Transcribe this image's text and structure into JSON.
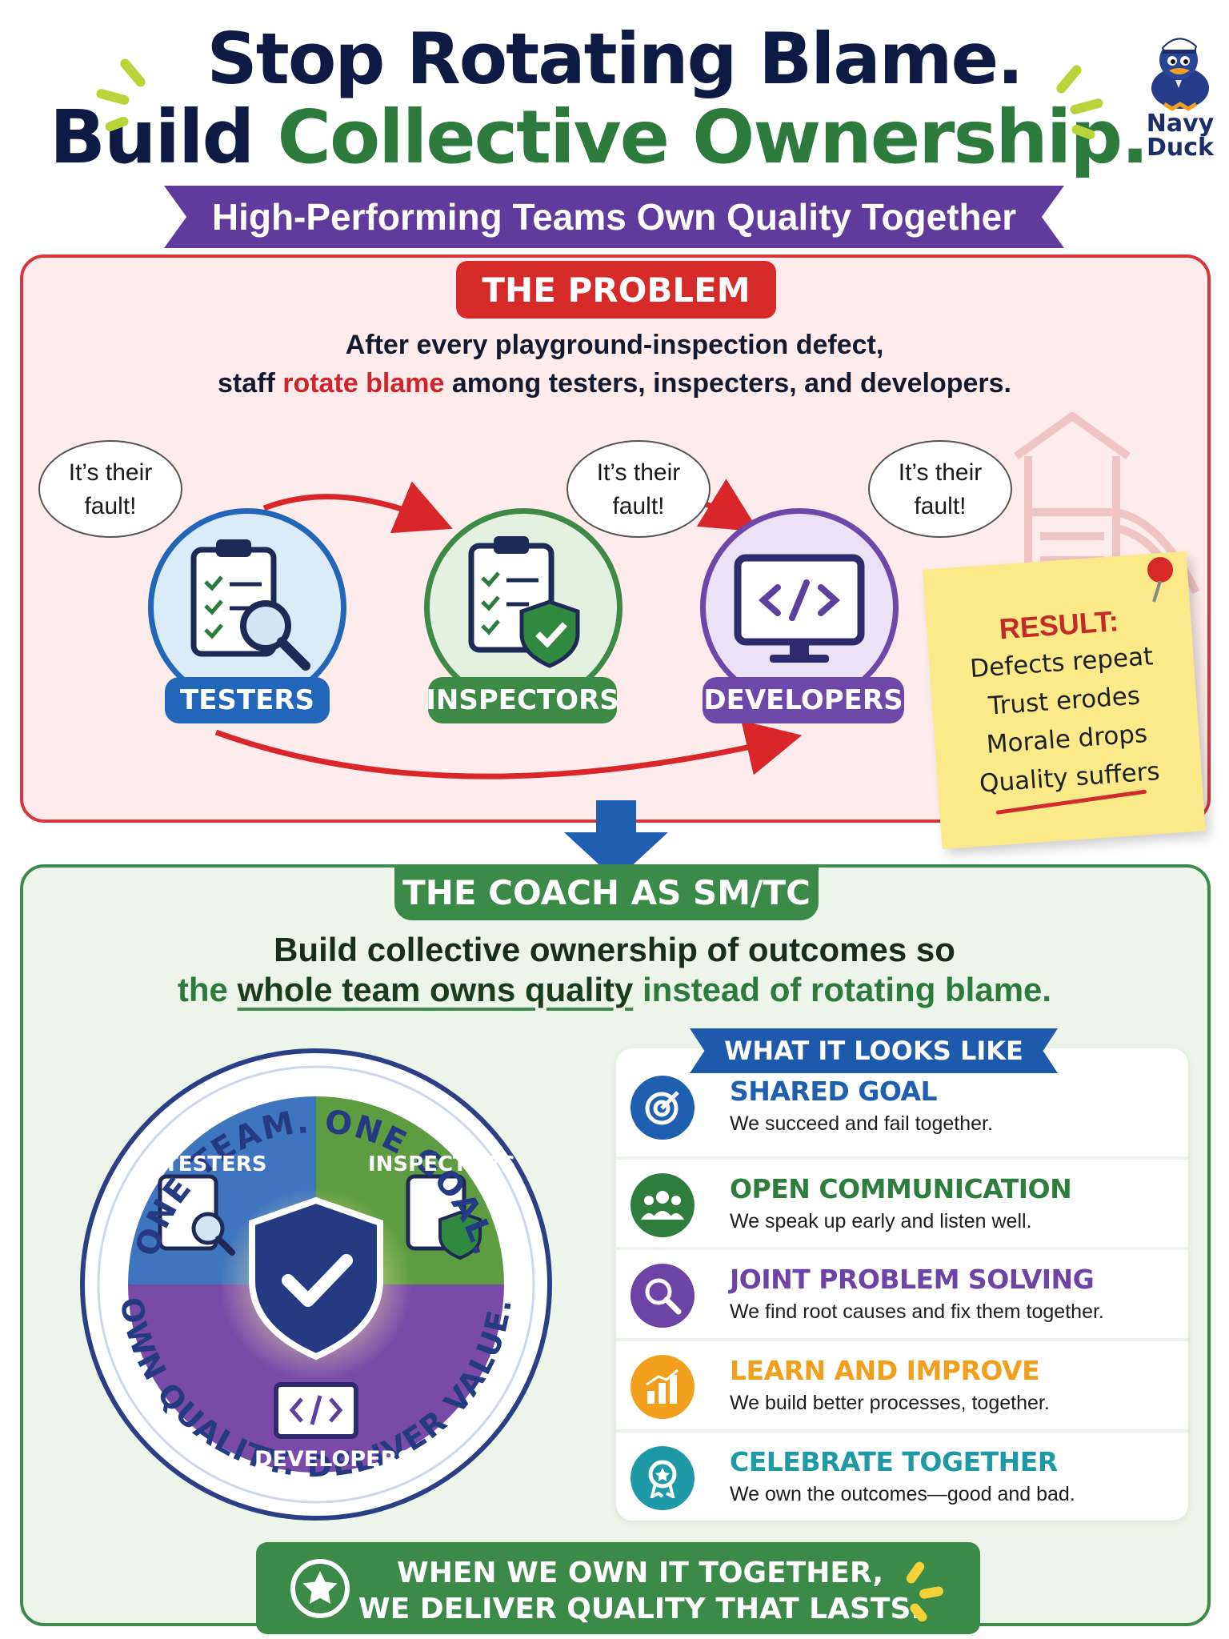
{
  "header": {
    "title_line1": "Stop Rotating Blame.",
    "title_line2_prefix": "Build ",
    "title_line2_green": "Collective Ownership.",
    "subtitle": "High-Performing Teams Own Quality Together",
    "brand_line1": "Navy",
    "brand_line2": "Duck"
  },
  "problem": {
    "tag": "THE PROBLEM",
    "line1": "After every playground-inspection defect,",
    "line2_prefix": "staff ",
    "line2_red": "rotate blame",
    "line2_suffix": " among testers, inspecters, and developers.",
    "bubbles": [
      {
        "line1": "It’s their",
        "line2": "fault!"
      },
      {
        "line1": "It’s their",
        "line2": "fault!"
      },
      {
        "line1": "It’s their",
        "line2": "fault!"
      }
    ],
    "roles": [
      {
        "label": "TESTERS",
        "color": "#2166b8",
        "icon": "clipboard-magnifier-icon"
      },
      {
        "label": "INSPECTORS",
        "color": "#3d8a47",
        "icon": "clipboard-shield-icon"
      },
      {
        "label": "DEVELOPERS",
        "color": "#6d48a8",
        "icon": "monitor-code-icon"
      }
    ],
    "result": {
      "title": "RESULT:",
      "items": [
        "Defects repeat",
        "Trust erodes",
        "Morale drops",
        "Quality suffers"
      ]
    }
  },
  "coach": {
    "tag": "THE COACH AS SM/TC",
    "line1": "Build collective ownership of outcomes so",
    "line2_prefix": "the ",
    "line2_underlined": "whole team owns quality",
    "line2_suffix": " instead of rotating blame.",
    "ring_top": "ONE TEAM. ONE GOAL.",
    "ring_bottom": "OWN QUALITY. DELIVER VALUE.",
    "puzzle_labels": {
      "testers": "TESTERS",
      "inspectors": "INSPECTORS",
      "developers": "DEVELOPERS"
    },
    "what_it_looks_like": {
      "tag": "WHAT IT LOOKS LIKE",
      "items": [
        {
          "title": "SHARED GOAL",
          "desc": "We succeed and fail together.",
          "color": "#1f5fb0",
          "icon": "target-icon"
        },
        {
          "title": "OPEN COMMUNICATION",
          "desc": "We speak up early and listen well.",
          "color": "#2f7d3c",
          "icon": "team-icon"
        },
        {
          "title": "JOINT PROBLEM SOLVING",
          "desc": "We find root causes and fix them together.",
          "color": "#6b44a6",
          "icon": "magnifier-icon"
        },
        {
          "title": "LEARN AND IMPROVE",
          "desc": "We build better processes, together.",
          "color": "#f0a01c",
          "icon": "bar-chart-icon"
        },
        {
          "title": "CELEBRATE TOGETHER",
          "desc": "We own the outcomes—good and bad.",
          "color": "#1d9aa6",
          "icon": "award-badge-icon"
        }
      ]
    },
    "footer_line1": "WHEN WE OWN IT TOGETHER,",
    "footer_line2": "WE DELIVER QUALITY THAT LASTS."
  }
}
